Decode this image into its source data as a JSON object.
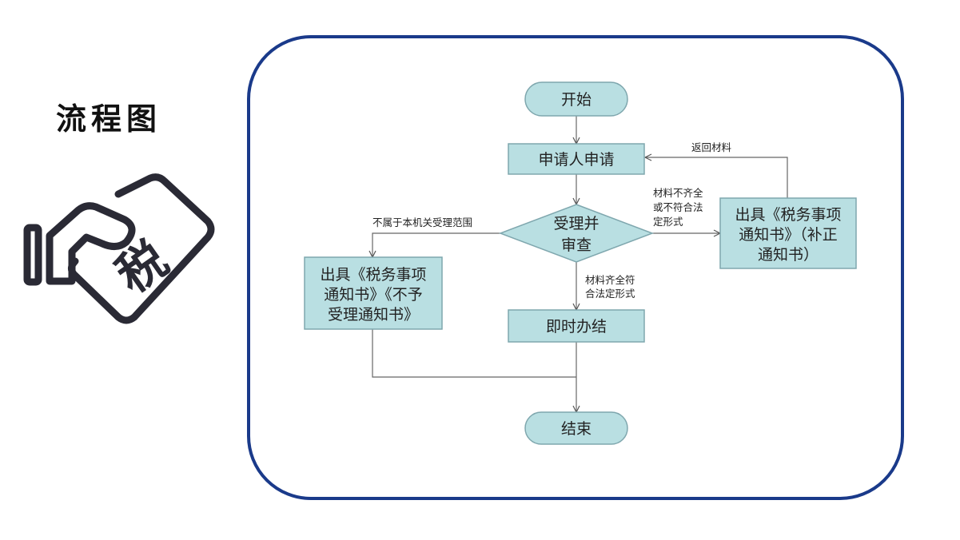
{
  "title": "流程图",
  "logo": {
    "icon": "hand-tax-card-icon",
    "text": "税"
  },
  "colors": {
    "frame": "#1a3a8a",
    "node_fill": "#b9dfe2",
    "node_stroke": "#7fa7ae"
  },
  "nodes": {
    "start": "开始",
    "apply": "申请人申请",
    "review": [
      "受理并",
      "审查"
    ],
    "correction": [
      "出具《税务事项",
      "通知书》（补正",
      "通知书）"
    ],
    "reject": [
      "出具《税务事项",
      "通知书》《不予",
      "受理通知书》"
    ],
    "complete": "即时办结",
    "end": "结束"
  },
  "edge_labels": {
    "return": "返回材料",
    "incomplete": [
      "材料不齐全",
      "或不符合法",
      "定形式"
    ],
    "out_of_scope": "不属于本机关受理范围",
    "complete": [
      "材料齐全符",
      "合法定形式"
    ]
  }
}
